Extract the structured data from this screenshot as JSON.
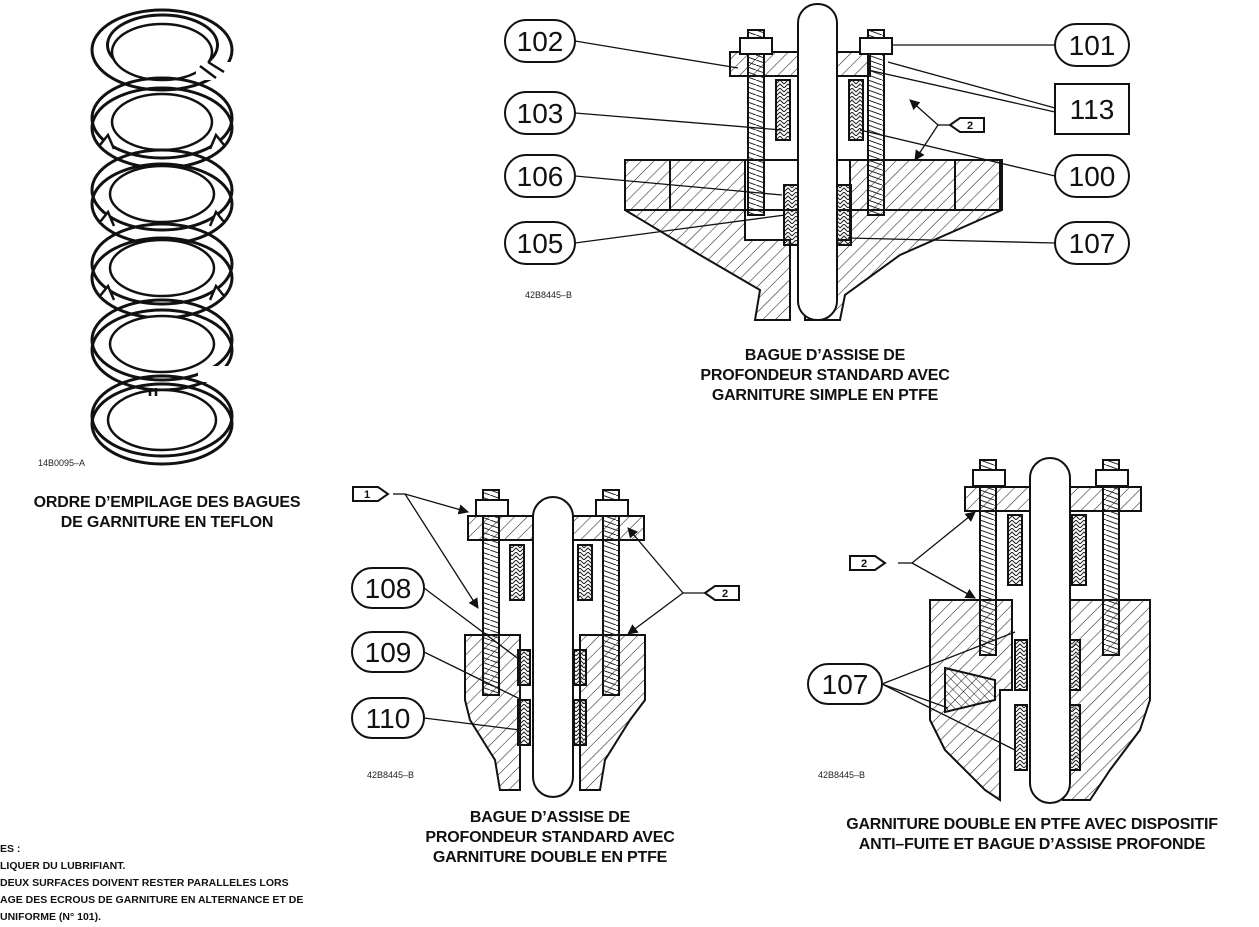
{
  "figure_codes": {
    "stack": "14B0095–A",
    "top": "42B8445–B",
    "mid": "42B8445–B",
    "right": "42B8445–B"
  },
  "captions": {
    "stack": [
      "ORDRE D’EMPILAGE DES BAGUES",
      "DE GARNITURE EN TEFLON"
    ],
    "top": [
      "BAGUE D’ASSISE DE",
      "PROFONDEUR STANDARD AVEC",
      "GARNITURE SIMPLE EN PTFE"
    ],
    "mid": [
      "BAGUE D’ASSISE DE",
      "PROFONDEUR STANDARD AVEC",
      "GARNITURE DOUBLE EN PTFE"
    ],
    "right": [
      "GARNITURE DOUBLE EN PTFE AVEC DISPOSITIF",
      "ANTI–FUITE ET BAGUE D’ASSISE PROFONDE"
    ]
  },
  "callouts": {
    "c102": "102",
    "c103": "103",
    "c106": "106",
    "c105": "105",
    "c101": "101",
    "c113": "113",
    "c100": "100",
    "c107a": "107",
    "c108": "108",
    "c109": "109",
    "c110": "110",
    "c107b": "107"
  },
  "note_tags": {
    "t2_top": "2",
    "t1_mid": "1",
    "t2_mid": "2",
    "t2_right": "2"
  },
  "notes": [
    "ES :",
    "LIQUER DU LUBRIFIANT.",
    "DEUX SURFACES DOIVENT RESTER PARALLELES LORS",
    "AGE DES ECROUS DE GARNITURE EN ALTERNANCE ET DE",
    "UNIFORME (N° 101)."
  ]
}
